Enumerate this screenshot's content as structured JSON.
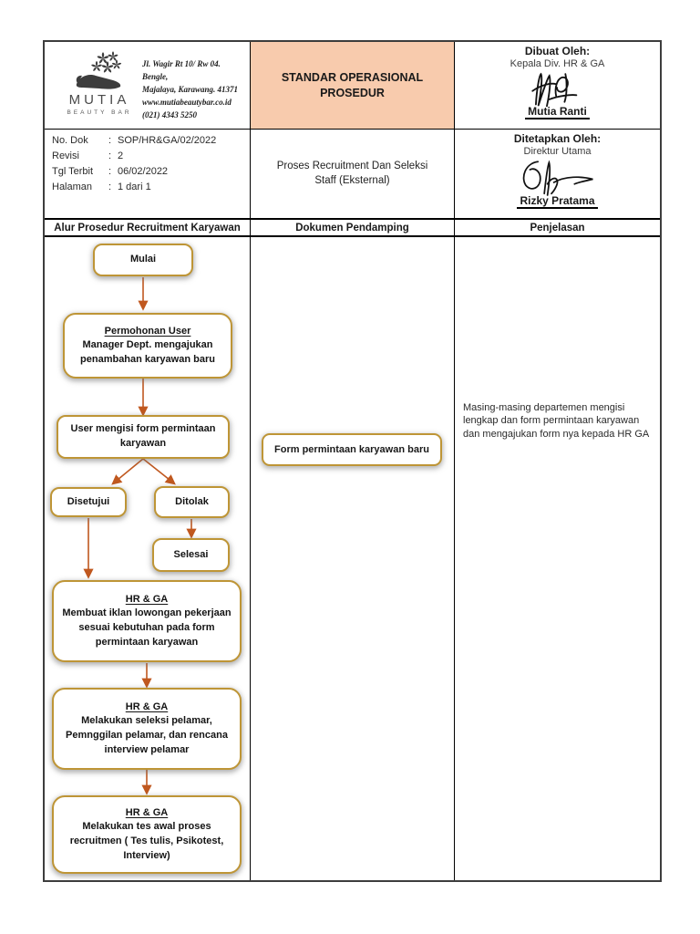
{
  "brand": {
    "name": "MUTIA",
    "tagline": "BEAUTY BAR",
    "address_lines": [
      "Jl. Wagir Rt 10/ Rw 04. Bengle,",
      "Majalaya, Karawang. 41371",
      "www.mutiabeautybar.co.id",
      "(021) 4343 5250"
    ]
  },
  "header": {
    "title": "STANDAR OPERASIONAL PROSEDUR",
    "approval_left": {
      "label": "Dibuat Oleh:",
      "role": "Kepala Div. HR & GA",
      "name": "Mutia Ranti"
    },
    "approval_right": {
      "label": "Ditetapkan Oleh:",
      "role": "Direktur Utama",
      "name": "Rizky Pratama"
    },
    "subject": "Proses Recruitment Dan Seleksi Staff (Eksternal)"
  },
  "doc_info": {
    "sep": ":",
    "rows": [
      {
        "label": "No. Dok",
        "value": "SOP/HR&GA/02/2022"
      },
      {
        "label": "Revisi",
        "value": "2"
      },
      {
        "label": "Tgl Terbit",
        "value": "06/02/2022"
      },
      {
        "label": "Halaman",
        "value": "1 dari 1"
      }
    ]
  },
  "table_headers": {
    "col1": "Alur Prosedur Recruitment Karyawan",
    "col2": "Dokumen Pendamping",
    "col3": "Penjelasan"
  },
  "flowchart": {
    "start": "Mulai",
    "permohonan": {
      "title": "Permohonan User",
      "body": "Manager Dept. mengajukan penambahan karyawan baru"
    },
    "user_form": "User mengisi form permintaan karyawan",
    "approved": "Disetujui",
    "rejected": "Ditolak",
    "end": "Selesai",
    "hrga1": {
      "title": "HR & GA",
      "body": "Membuat iklan lowongan pekerjaan sesuai kebutuhan pada form permintaan karyawan"
    },
    "hrga2": {
      "title": "HR & GA",
      "body": "Melakukan seleksi pelamar, Pemnggilan pelamar, dan rencana interview pelamar"
    },
    "hrga3": {
      "title": "HR & GA",
      "body": "Melakukan tes awal proses recruitmen ( Tes tulis, Psikotest, Interview)"
    }
  },
  "dokumen_pendamping": {
    "form_box": "Form permintaan karyawan baru"
  },
  "penjelasan": {
    "text": "Masing-masing departemen mengisi lengkap dan form permintaan karyawan dan mengajukan form nya kepada HR GA"
  },
  "colors": {
    "accent_fill": "#F8CBAD",
    "box_border": "#BE9536",
    "arrow": "#C0581F"
  }
}
